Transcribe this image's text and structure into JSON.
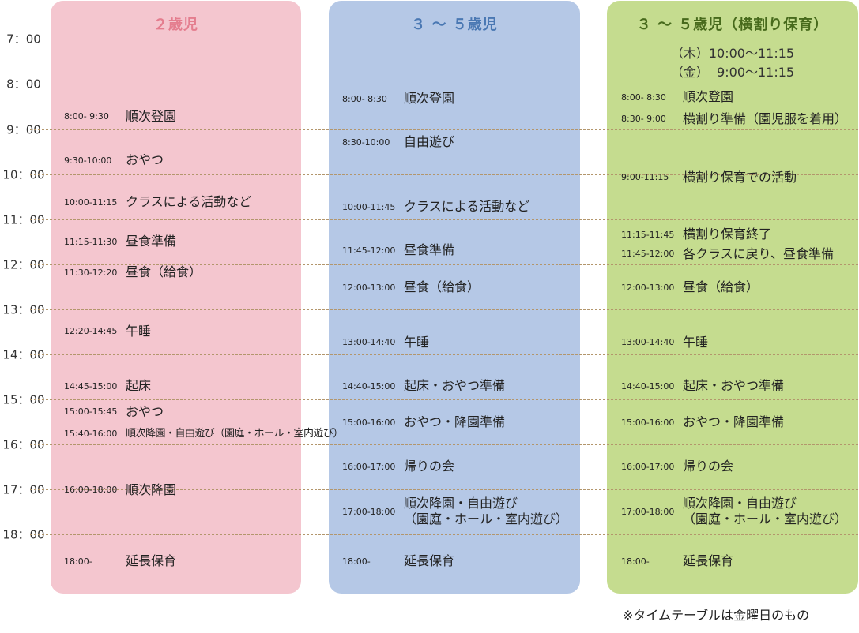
{
  "hours": [
    "7：00",
    "8：00",
    "9：00",
    "10：00",
    "11：00",
    "12：00",
    "13：00",
    "14：00",
    "15：00",
    "16：00",
    "17：00",
    "18：00"
  ],
  "columns": [
    {
      "title": "２歳児",
      "note": "",
      "items": [
        {
          "time": "8:00- 9:30",
          "activity": "順次登園"
        },
        {
          "time": "9:30-10:00",
          "activity": "おやつ"
        },
        {
          "time": "10:00-11:15",
          "activity": "クラスによる活動など"
        },
        {
          "time": "11:15-11:30",
          "activity": "昼食準備"
        },
        {
          "time": "11:30-12:20",
          "activity": "昼食（給食）"
        },
        {
          "time": "12:20-14:45",
          "activity": "午睡"
        },
        {
          "time": "14:45-15:00",
          "activity": "起床"
        },
        {
          "time": "15:00-15:45",
          "activity": "おやつ"
        },
        {
          "time": "15:40-16:00",
          "activity": "順次降園・自由遊び（園庭・ホール・室内遊び）"
        },
        {
          "time": "16:00-18:00",
          "activity": "順次降園"
        },
        {
          "time": "18:00-",
          "activity": "延長保育"
        }
      ]
    },
    {
      "title": "３ ～ ５歳児",
      "note": "",
      "items": [
        {
          "time": "8:00- 8:30",
          "activity": "順次登園"
        },
        {
          "time": "8:30-10:00",
          "activity": "自由遊び"
        },
        {
          "time": "10:00-11:45",
          "activity": "クラスによる活動など"
        },
        {
          "time": "11:45-12:00",
          "activity": "昼食準備"
        },
        {
          "time": "12:00-13:00",
          "activity": "昼食（給食）"
        },
        {
          "time": "13:00-14:40",
          "activity": "午睡"
        },
        {
          "time": "14:40-15:00",
          "activity": "起床・おやつ準備"
        },
        {
          "time": "15:00-16:00",
          "activity": "おやつ・降園準備"
        },
        {
          "time": "16:00-17:00",
          "activity": "帰りの会"
        },
        {
          "time": "17:00-18:00",
          "activity": "順次降園・自由遊び\n（園庭・ホール・室内遊び）"
        },
        {
          "time": "18:00-",
          "activity": "延長保育"
        }
      ]
    },
    {
      "title": "３ ～ ５歳児（横割り保育）",
      "note": "（木）10:00～11:15\n（金）  9:00～11:15",
      "items": [
        {
          "time": "8:00- 8:30",
          "activity": "順次登園"
        },
        {
          "time": "8:30- 9:00",
          "activity": "横割り準備（園児服を着用）"
        },
        {
          "time": "9:00-11:15",
          "activity": "横割り保育での活動"
        },
        {
          "time": "11:15-11:45",
          "activity": "横割り保育終了"
        },
        {
          "time": "11:45-12:00",
          "activity": "各クラスに戻り、昼食準備"
        },
        {
          "time": "12:00-13:00",
          "activity": "昼食（給食）"
        },
        {
          "time": "13:00-14:40",
          "activity": "午睡"
        },
        {
          "time": "14:40-15:00",
          "activity": "起床・おやつ準備"
        },
        {
          "time": "15:00-16:00",
          "activity": "おやつ・降園準備"
        },
        {
          "time": "16:00-17:00",
          "activity": "帰りの会"
        },
        {
          "time": "17:00-18:00",
          "activity": "順次降園・自由遊び\n（園庭・ホール・室内遊び）"
        },
        {
          "time": "18:00-",
          "activity": "延長保育"
        }
      ]
    }
  ],
  "footnote": "※タイムテーブルは金曜日のもの",
  "colors": {
    "col_2": "#f4c6cf",
    "col_35": "#b5c8e6",
    "col_yoko": "#c5dc8f"
  }
}
